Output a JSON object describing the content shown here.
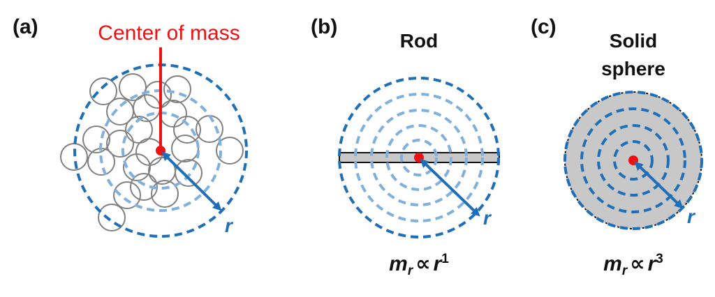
{
  "colors": {
    "outer_ring": "#1f6fb8",
    "inner_ring": "#7fb0de",
    "arrow": "#1f6fb8",
    "particle": "#808080",
    "center": "#ee1111",
    "com_label": "#ee1111",
    "fill": "#c8c8c8"
  },
  "panels": {
    "a": {
      "letter": "(a)",
      "center_label": "Center of mass",
      "radius_label": "r"
    },
    "b": {
      "letter": "(b)",
      "title": "Rod",
      "radius_label": "r",
      "formula": {
        "base": "m",
        "sub": "r",
        "prop": "∝",
        "var": "r",
        "exp": "1"
      }
    },
    "c": {
      "letter": "(c)",
      "title_line1": "Solid",
      "title_line2": "sphere",
      "radius_label": "r",
      "formula": {
        "base": "m",
        "sub": "r",
        "prop": "∝",
        "var": "r",
        "exp": "3"
      }
    }
  }
}
